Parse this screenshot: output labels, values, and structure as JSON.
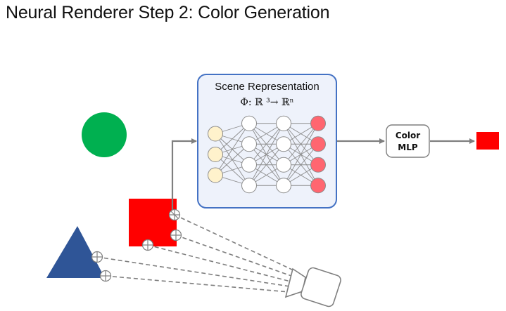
{
  "title": "Neural Renderer Step 2: Color Generation",
  "scene_representation": {
    "title": "Scene Representation",
    "formula": "Φ: ℝ ³→  ℝⁿ",
    "network": {
      "layers": [
        {
          "nodes": 3,
          "role": "input",
          "color": "#fff2cc"
        },
        {
          "nodes": 4,
          "role": "hidden",
          "color": "#ffffff"
        },
        {
          "nodes": 4,
          "role": "hidden",
          "color": "#ffffff"
        },
        {
          "nodes": 4,
          "role": "output",
          "color": "#ff6670"
        }
      ]
    },
    "fill_color": "#eef2fb",
    "border_color": "#4472c4"
  },
  "color_mlp": {
    "line1": "Color",
    "line2": "MLP"
  },
  "output_pixel": {
    "color": "#ff0000"
  },
  "scene_objects": [
    {
      "shape": "circle",
      "color": "#00b050"
    },
    {
      "shape": "square",
      "color": "#ff0000"
    },
    {
      "shape": "triangle",
      "color": "#2f5597"
    }
  ],
  "camera": {
    "icon": "camera-icon"
  },
  "colors": {
    "arrow": "#7f7f7f",
    "ray": "#7f7f7f"
  }
}
